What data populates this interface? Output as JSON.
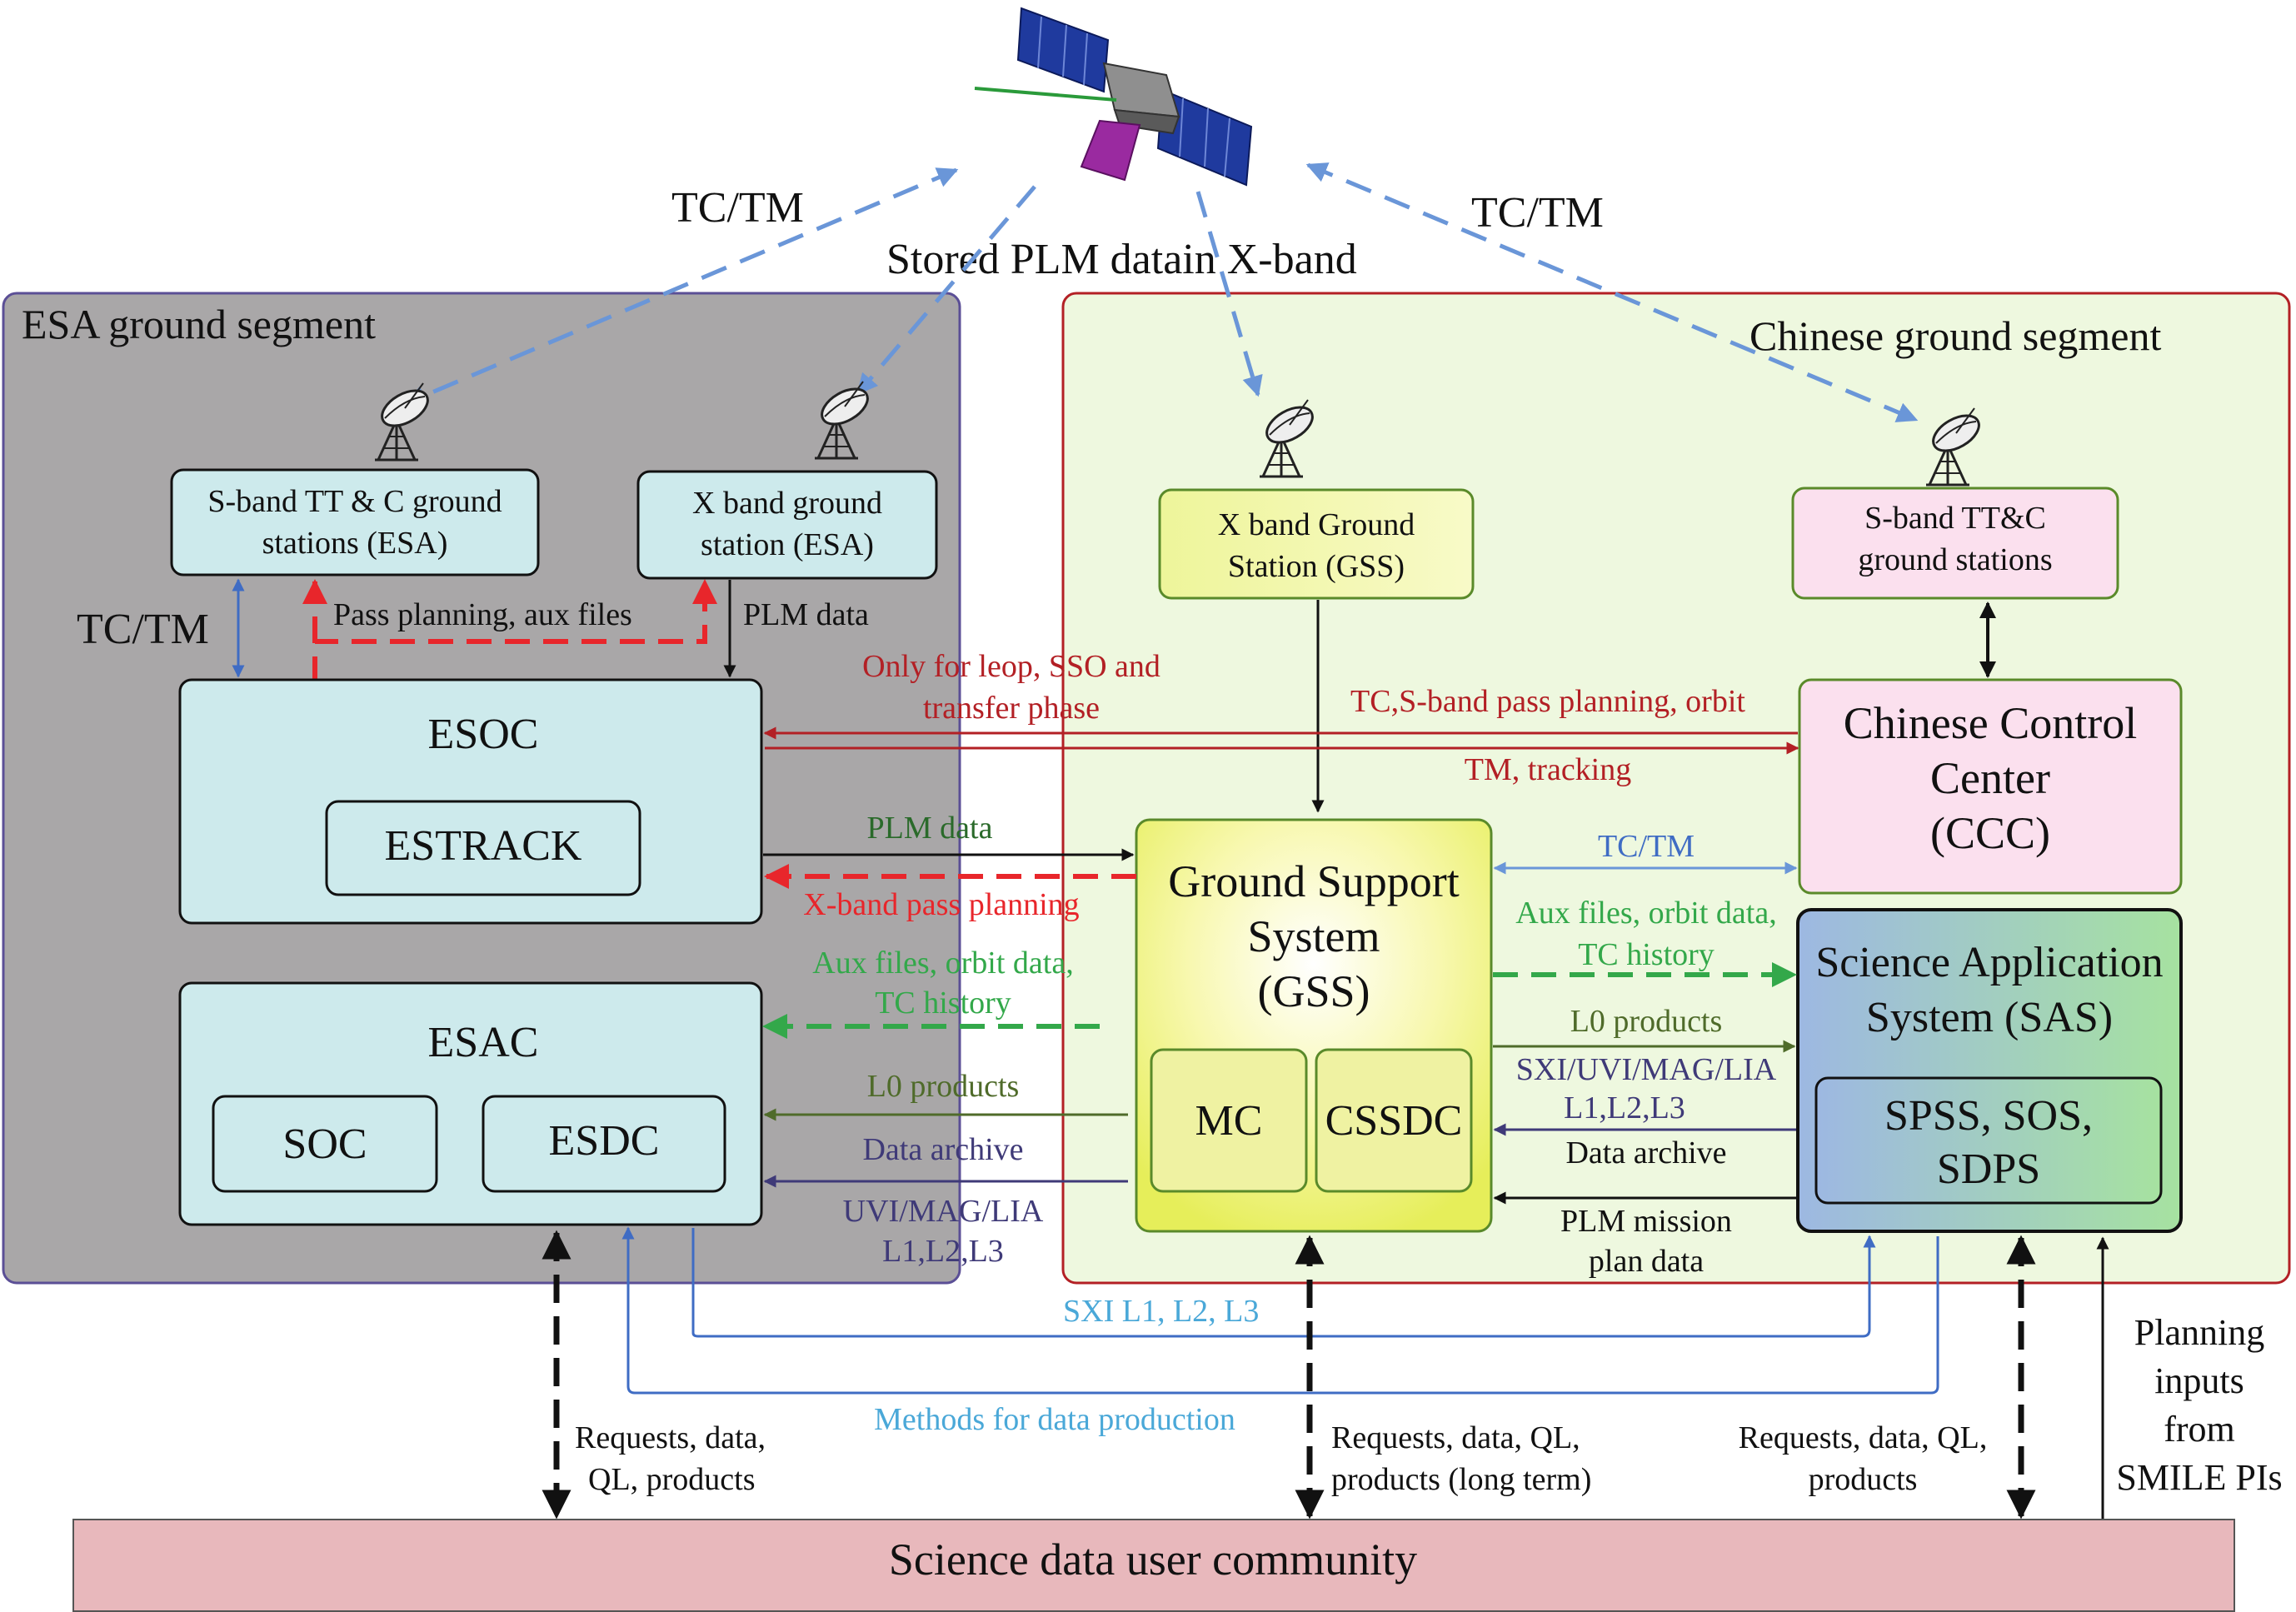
{
  "satellite": {
    "icon": "satellite-icon"
  },
  "uplinks": {
    "tc_tm_left": "TC/TM",
    "tc_tm_right": "TC/TM",
    "stored_plm": "Stored PLM datain X-band"
  },
  "esa": {
    "title": "ESA ground segment",
    "sband_station": {
      "line1": "S-band TT & C ground",
      "line2": "stations (ESA)",
      "icon": "antenna-icon"
    },
    "xband_station": {
      "line1": "X band ground",
      "line2": "station (ESA)",
      "icon": "antenna-icon"
    },
    "tc_tm": "TC/TM",
    "pass_planning": "Pass planning, aux files",
    "plm_data": "PLM data",
    "esoc": {
      "title": "ESOC",
      "estrack": "ESTRACK"
    },
    "esac": {
      "title": "ESAC",
      "soc": "SOC",
      "esdc": "ESDC"
    }
  },
  "china": {
    "title": "Chinese ground segment",
    "xband_gss": {
      "line1": "X band Ground",
      "line2": "Station (GSS)",
      "icon": "antenna-icon"
    },
    "sband_stations": {
      "line1": "S-band TT&C",
      "line2": "ground stations",
      "icon": "antenna-icon"
    },
    "ccc": {
      "line1": "Chinese Control",
      "line2": "Center",
      "line3": "(CCC)"
    },
    "gss": {
      "line1": "Ground Support",
      "line2": "System",
      "line3": "(GSS)",
      "mc": "MC",
      "cssdc": "CSSDC"
    },
    "sas": {
      "line1": "Science Application",
      "line2": "System (SAS)",
      "sub_line1": "SPSS, SOS,",
      "sub_line2": "SDPS"
    }
  },
  "flows": {
    "only_leop_1": "Only for leop, SSO and",
    "only_leop_2": "transfer phase",
    "tc_sband": "TC,S-band pass planning, orbit",
    "tm_tracking": "TM, tracking",
    "plm_data": "PLM data",
    "xband_pass": "X-band pass planning",
    "tc_tm": "TC/TM",
    "aux_right_1": "Aux files, orbit data,",
    "aux_right_2": "TC history",
    "aux_left_1": "Aux files, orbit data,",
    "aux_left_2": "TC history",
    "l0_right": "L0 products",
    "sxi_1": "SXI/UVI/MAG/LIA",
    "sxi_2": "L1,L2,L3",
    "data_archive_right": "Data archive",
    "l0_left": "L0 products",
    "data_archive_left": "Data archive",
    "uvi_1": "UVI/MAG/LIA",
    "uvi_2": "L1,L2,L3",
    "plm_mission_1": "PLM mission",
    "plm_mission_2": "plan data",
    "sxi_l": "SXI L1, L2, L3",
    "methods": "Methods for data production",
    "req_1a": "Requests, data,",
    "req_1b": "QL, products",
    "req_2a": "Requests, data, QL,",
    "req_2b": "products (long term)",
    "req_3a": "Requests, data, QL,",
    "req_3b": "products",
    "planning_1": "Planning",
    "planning_2": "inputs",
    "planning_3": "from",
    "planning_4": "SMILE PIs"
  },
  "community": "Science data user community",
  "colors": {
    "esa_bg": "#a9a7a8",
    "china_bg": "#eef8df",
    "box_cyan": "#cdeaec",
    "tc_blue": "#6a96d8",
    "red": "#b32025",
    "green": "#2e8b3a",
    "olive": "#4f6b2a",
    "purple": "#3f3a78",
    "cyan_text": "#4aa8d8"
  }
}
